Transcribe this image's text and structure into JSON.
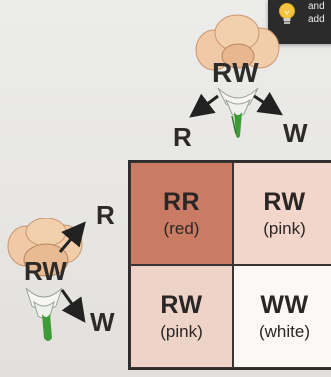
{
  "tooltip": {
    "line1": "and",
    "line2": "add",
    "icon": "lightbulb-icon"
  },
  "parent_top": {
    "genotype": "RW",
    "gamete_left": "R",
    "gamete_right": "W"
  },
  "parent_left": {
    "genotype": "RW",
    "gamete_top": "R",
    "gamete_bottom": "W"
  },
  "punnett": {
    "cells": [
      {
        "genotype": "RR",
        "phenotype": "(red)",
        "color": "#c97c63"
      },
      {
        "genotype": "RW",
        "phenotype": "(pink)",
        "color": "#f2d5cb"
      },
      {
        "genotype": "RW",
        "phenotype": "(pink)",
        "color": "#eed3c8"
      },
      {
        "genotype": "WW",
        "phenotype": "(white)",
        "color": "#fbf8f6"
      }
    ]
  }
}
